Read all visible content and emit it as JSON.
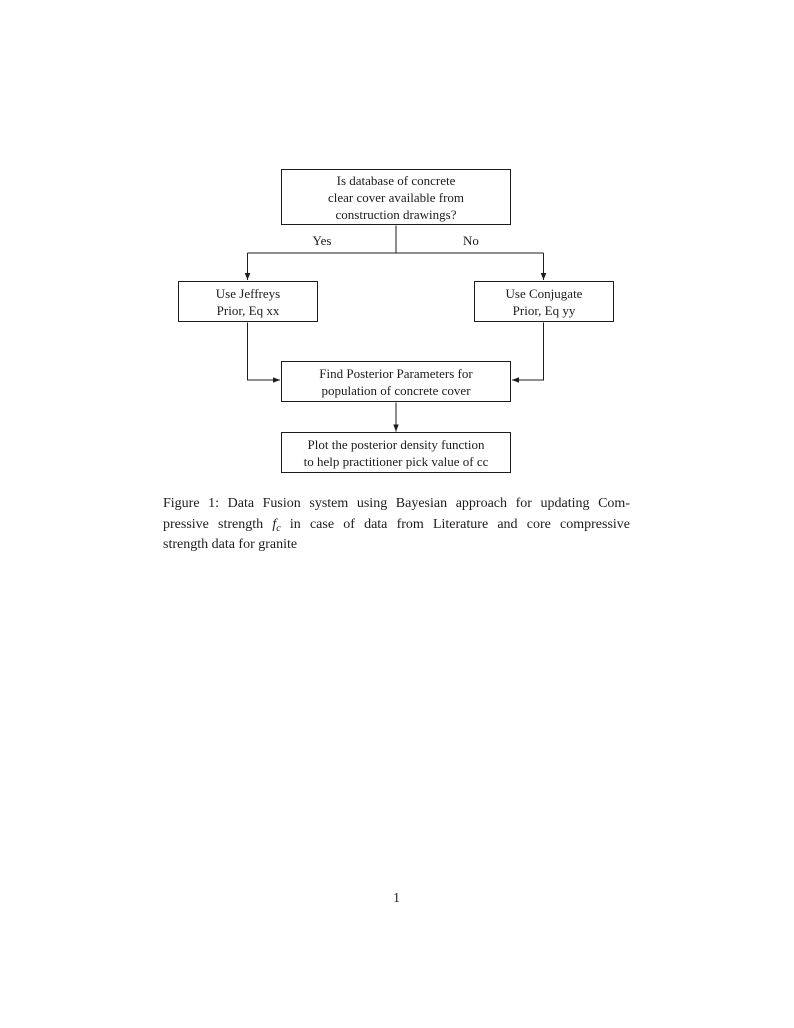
{
  "flowchart": {
    "top_box": {
      "lines": [
        "Is database of concrete",
        "clear cover available from",
        "construction drawings?"
      ]
    },
    "yes_label": "Yes",
    "no_label": "No",
    "left_box": {
      "lines": [
        "Use Jeffreys",
        "Prior, Eq xx"
      ]
    },
    "right_box": {
      "lines": [
        "Use Conjugate",
        "Prior, Eq yy"
      ]
    },
    "middle_box": {
      "lines": [
        "Find Posterior Parameters for",
        "population of concrete cover"
      ]
    },
    "bottom_box": {
      "lines": [
        "Plot the posterior density function",
        "to help practitioner pick value of cc"
      ]
    }
  },
  "caption": {
    "line1": "Figure 1: Data Fusion system using Bayesian approach for updating Com-",
    "line2_pre": "pressive strength ",
    "math_f": "f",
    "math_sub": "c",
    "line2_post": " in case of data from Literature and core compressive",
    "line3": "strength data for granite"
  },
  "page_number": "1",
  "colors": {
    "ink": "#1c1c1c",
    "background": "#ffffff"
  }
}
